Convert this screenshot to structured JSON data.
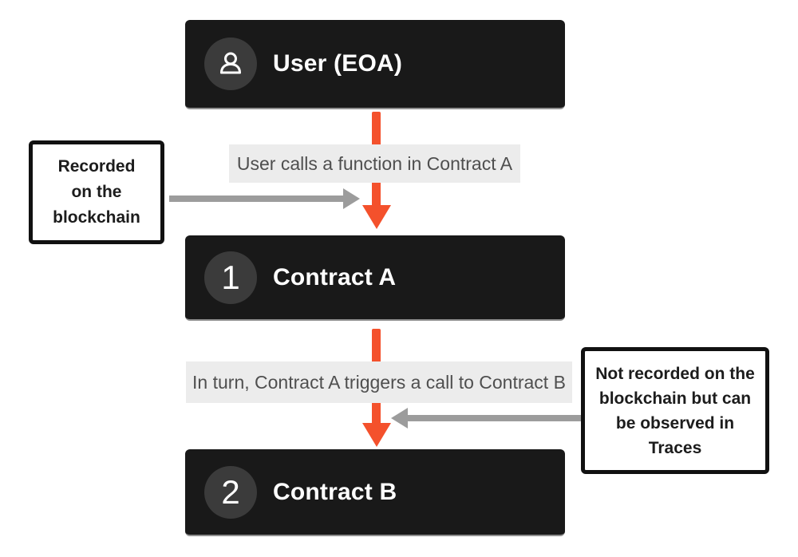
{
  "palette": {
    "page_bg": "#ffffff",
    "node_bg": "#191919",
    "node_bottom_edge": "#8f8f8f",
    "badge_circle_bg": "#3b3b3b",
    "node_text": "#ffffff",
    "edge_label_bg": "#ececec",
    "edge_label_text": "#4f4f4f",
    "accent_orange": "#f4512c",
    "arrow_gray": "#9c9c9c",
    "callout_bg": "#ffffff",
    "callout_border": "#111111",
    "callout_text": "#1c1c1c"
  },
  "nodes": {
    "user": {
      "title": "User (EOA)",
      "icon": "person-icon"
    },
    "contract_a": {
      "title": "Contract A",
      "badge": "1"
    },
    "contract_b": {
      "title": "Contract B",
      "badge": "2"
    }
  },
  "edges": {
    "user_to_contract_a": {
      "label": "User calls a function in Contract A"
    },
    "contract_a_to_contract_b": {
      "label": "In turn, Contract A triggers a call to Contract B"
    }
  },
  "callouts": {
    "left": {
      "text": "Recorded\non the\nblockchain"
    },
    "right": {
      "text": "Not recorded on the\nblockchain but can\nbe observed in\nTraces"
    }
  }
}
